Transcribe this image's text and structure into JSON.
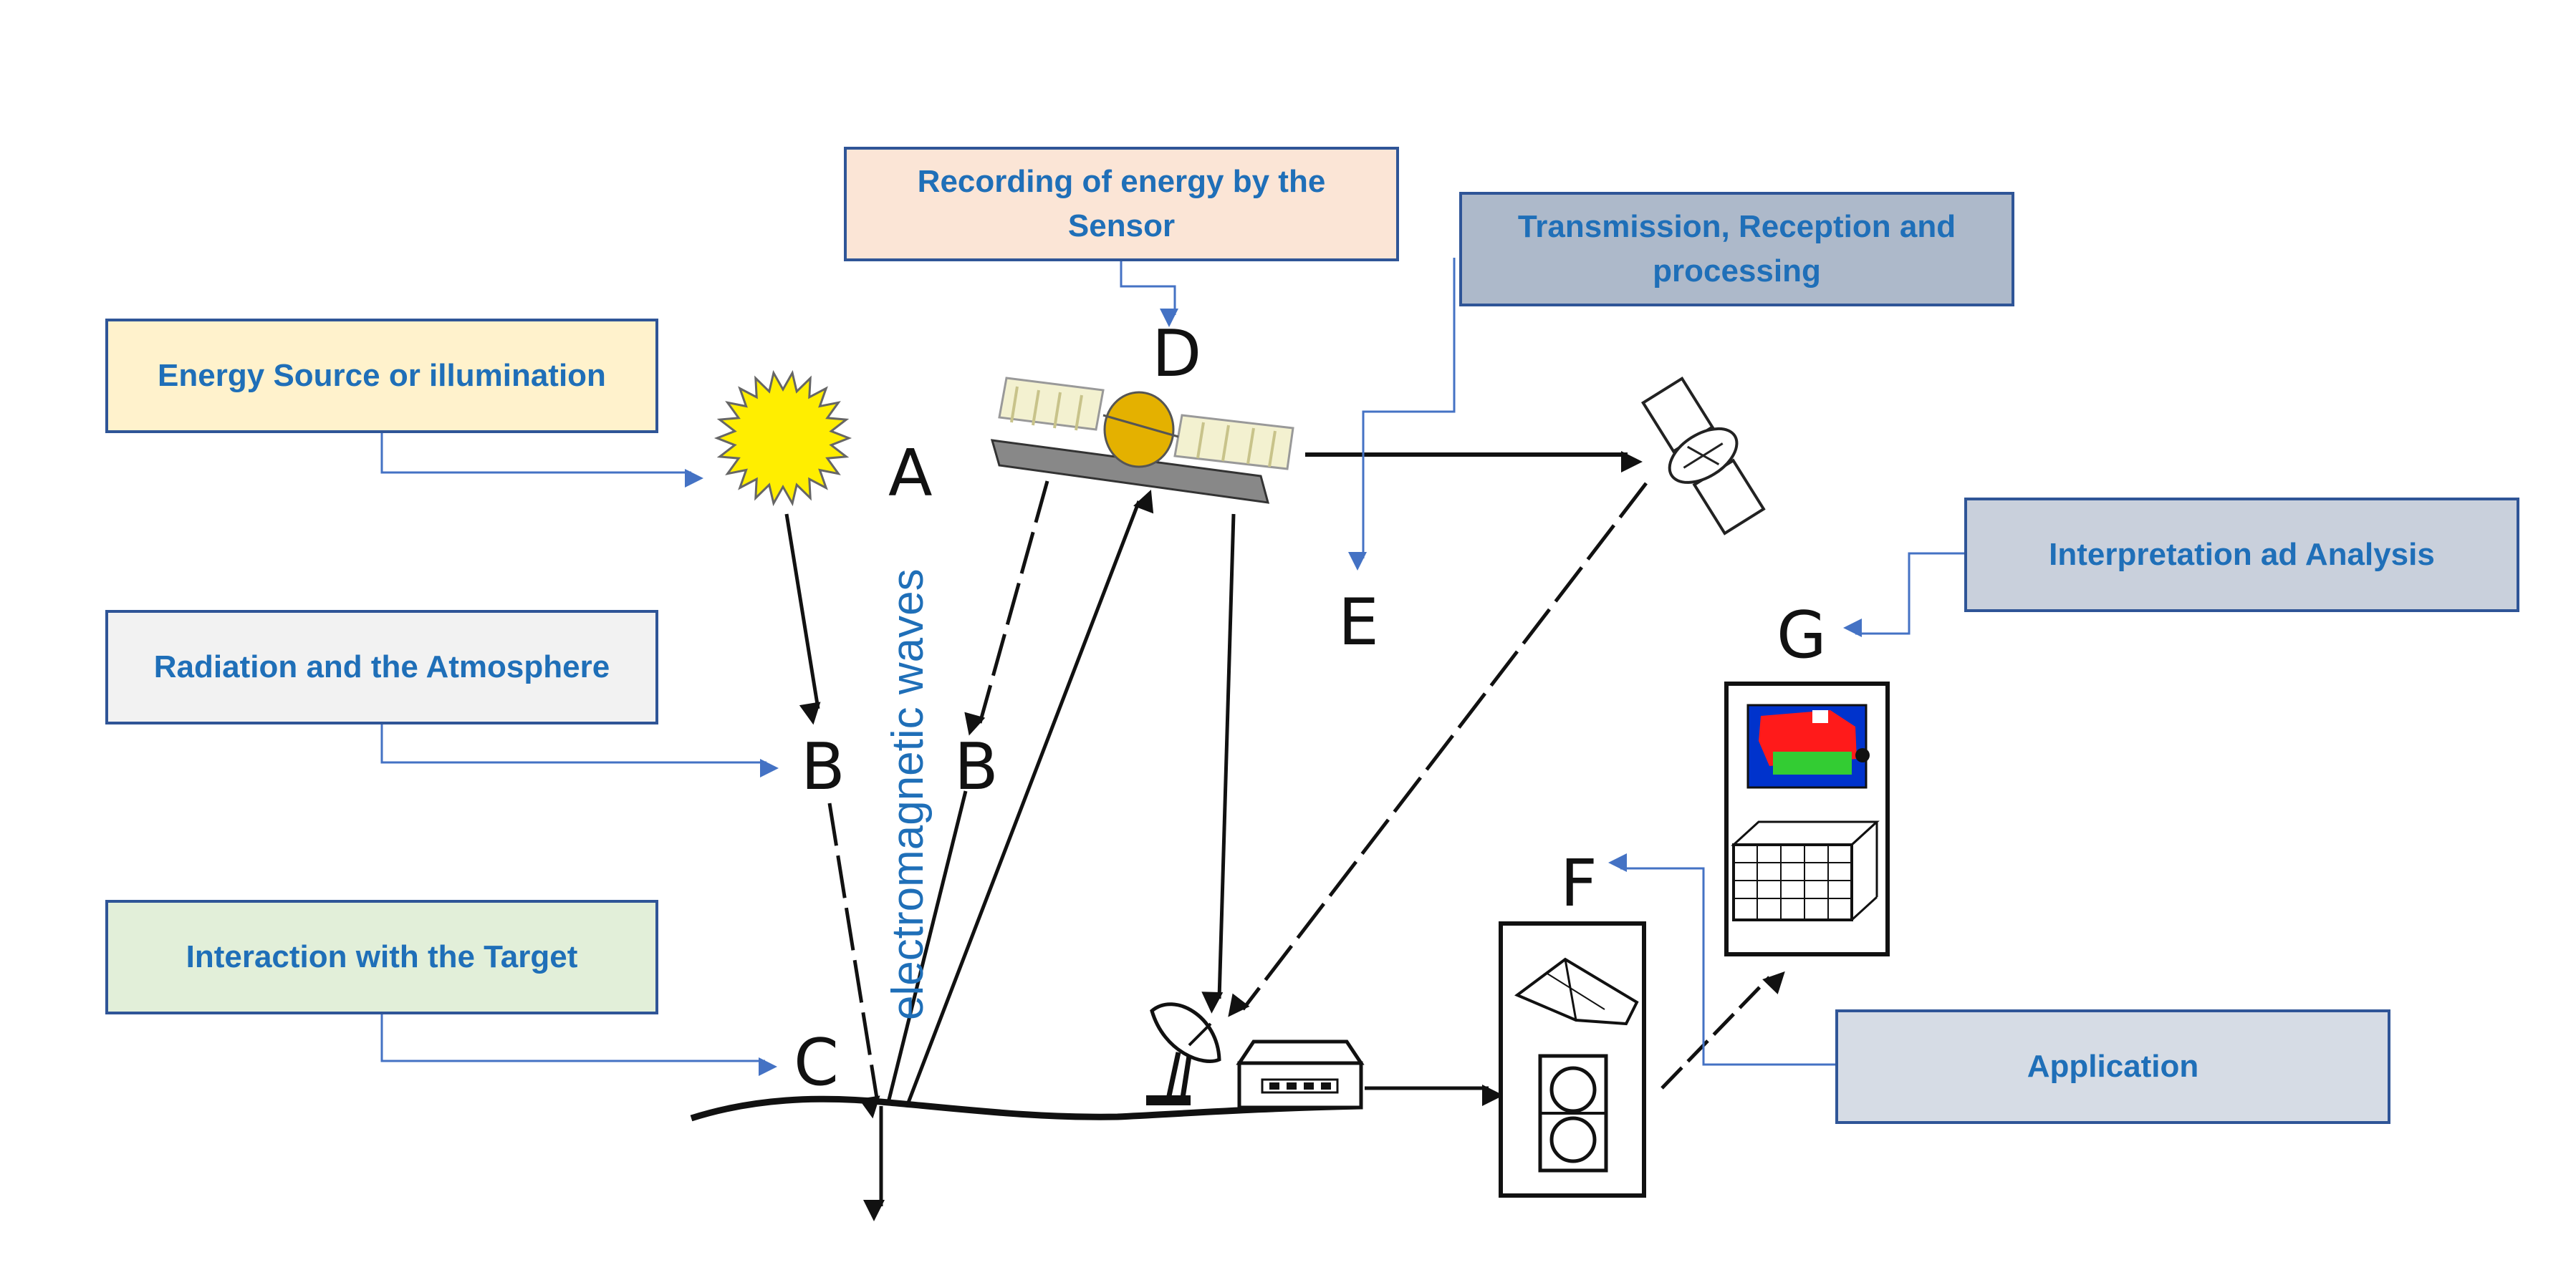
{
  "labels": {
    "energy_source": "Energy Source or illumination",
    "radiation": "Radiation and the Atmosphere",
    "interaction": "Interaction with the Target",
    "recording": "Recording of energy by the Sensor",
    "transmission": "Transmission, Reception and processing",
    "interpretation": "Interpretation ad Analysis",
    "application": "Application"
  },
  "letters": {
    "a": "A",
    "b1": "B",
    "b2": "B",
    "c": "C",
    "d": "D",
    "e": "E",
    "f": "F",
    "g": "G"
  },
  "wave_label": "electromagnetic waves",
  "colors": {
    "energy_source": "#fff2cc",
    "radiation": "#f2f2f2",
    "interaction": "#e2efd9",
    "recording": "#fbe5d6",
    "transmission": "#adb9ca",
    "interpretation": "#c9d0dc",
    "application": "#d6dce5",
    "connector": "#4472c4",
    "text": "#1f6fb8"
  },
  "icons": [
    "sun-icon",
    "satellite-icon",
    "relay-satellite-icon",
    "antenna-dish-icon",
    "ground-station-icon",
    "processing-computer-icon",
    "display-computer-icon"
  ]
}
